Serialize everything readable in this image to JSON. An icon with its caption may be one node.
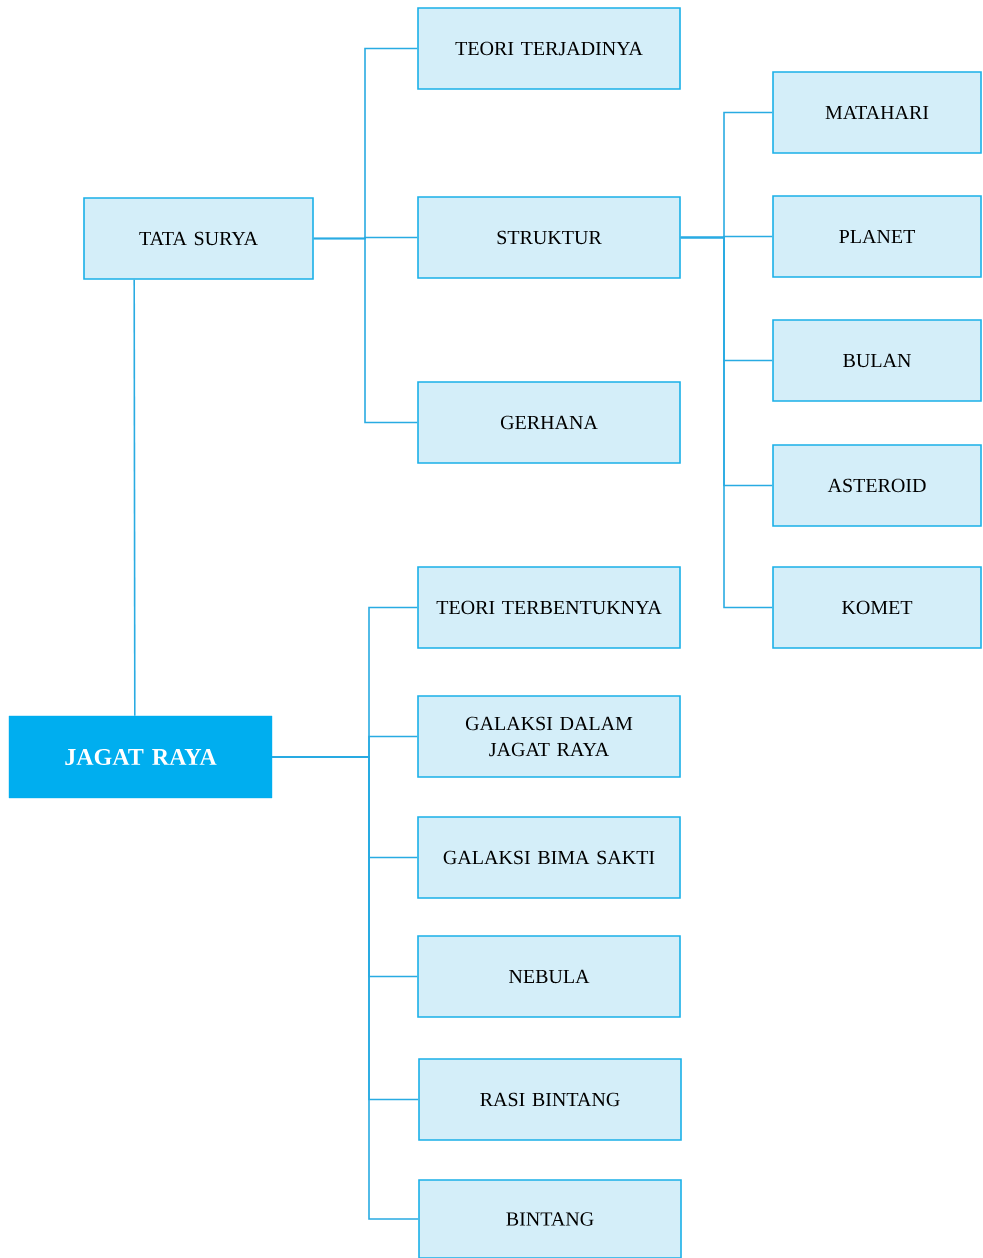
{
  "diagram": {
    "nodes": [
      {
        "text": [
          "TATA SURYA"
        ]
      },
      {
        "text": [
          "TEORI TERJADINYA"
        ]
      },
      {
        "text": [
          "STRUKTUR"
        ]
      },
      {
        "text": [
          "GERHANA"
        ]
      },
      {
        "text": [
          "MATAHARI"
        ]
      },
      {
        "text": [
          "PLANET"
        ]
      },
      {
        "text": [
          "BULAN"
        ]
      },
      {
        "text": [
          "ASTEROID"
        ]
      },
      {
        "text": [
          "KOMET"
        ]
      },
      {
        "text": [
          "JAGAT RAYA"
        ]
      },
      {
        "text": [
          "TEORI TERBENTUKNYA"
        ]
      },
      {
        "text": [
          "GALAKSI DALAM JAGAT RAYA"
        ]
      },
      {
        "text": [
          "GALAKSI BIMA SAKTI"
        ]
      },
      {
        "text": [
          "NEBULA"
        ]
      },
      {
        "text": [
          "RASI BINTANG"
        ]
      },
      {
        "text": [
          "BINTANG"
        ]
      }
    ],
    "edges": [
      {
        "from": 9,
        "to": 0,
        "arrow": "none"
      },
      {
        "from": 0,
        "to": 1,
        "arrow": "none"
      },
      {
        "from": 0,
        "to": 2,
        "arrow": "none"
      },
      {
        "from": 0,
        "to": 3,
        "arrow": "none"
      },
      {
        "from": 2,
        "to": 4,
        "arrow": "none"
      },
      {
        "from": 2,
        "to": 5,
        "arrow": "none"
      },
      {
        "from": 2,
        "to": 6,
        "arrow": "none"
      },
      {
        "from": 2,
        "to": 7,
        "arrow": "none"
      },
      {
        "from": 2,
        "to": 8,
        "arrow": "none"
      },
      {
        "from": 9,
        "to": 10,
        "arrow": "none"
      },
      {
        "from": 9,
        "to": 11,
        "arrow": "none"
      },
      {
        "from": 9,
        "to": 12,
        "arrow": "none"
      },
      {
        "from": 9,
        "to": 13,
        "arrow": "none"
      },
      {
        "from": 9,
        "to": 14,
        "arrow": "none"
      },
      {
        "from": 9,
        "to": 15,
        "arrow": "none"
      }
    ]
  }
}
